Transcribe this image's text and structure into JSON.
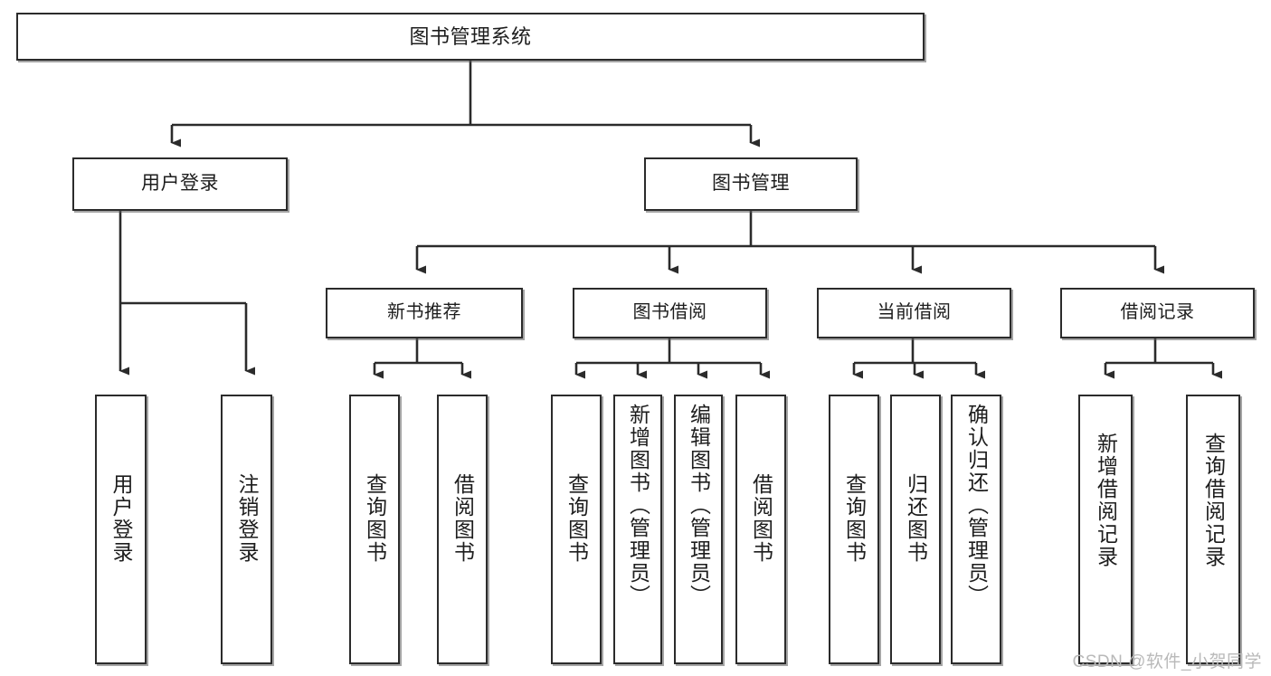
{
  "diagram": {
    "type": "tree-hierarchy",
    "title": "图书管理系统",
    "watermark": "CSDN @软件_小贺同学",
    "colors": {
      "box_border": "#2b2b2b",
      "box_fill": "#ffffff",
      "connector": "#2b2b2b",
      "watermark": "#b9b9b9",
      "background": "#ffffff"
    },
    "nodes": {
      "root": {
        "label": "图书管理系统",
        "level": 1,
        "orientation": "horizontal"
      },
      "l2": [
        {
          "id": "user-login",
          "label": "用户登录",
          "level": 2,
          "orientation": "horizontal"
        },
        {
          "id": "book-management",
          "label": "图书管理",
          "level": 2,
          "orientation": "horizontal"
        }
      ],
      "l3": [
        {
          "id": "new-book-recommend",
          "label": "新书推荐",
          "level": 3,
          "orientation": "horizontal",
          "parent": "book-management"
        },
        {
          "id": "book-borrow",
          "label": "图书借阅",
          "level": 3,
          "orientation": "horizontal",
          "parent": "book-management"
        },
        {
          "id": "current-borrow",
          "label": "当前借阅",
          "level": 3,
          "orientation": "horizontal",
          "parent": "book-management"
        },
        {
          "id": "borrow-record",
          "label": "借阅记录",
          "level": 3,
          "orientation": "horizontal",
          "parent": "book-management"
        }
      ],
      "leaves": [
        {
          "id": "leaf-user-login",
          "label": "用户登录",
          "parent": "user-login",
          "orientation": "vertical"
        },
        {
          "id": "leaf-logout-login",
          "label": "注销登录",
          "parent": "user-login",
          "orientation": "vertical"
        },
        {
          "id": "leaf-query-book-1",
          "label": "查询图书",
          "parent": "new-book-recommend",
          "orientation": "vertical"
        },
        {
          "id": "leaf-borrow-book-1",
          "label": "借阅图书",
          "parent": "new-book-recommend",
          "orientation": "vertical"
        },
        {
          "id": "leaf-query-book-2",
          "label": "查询图书",
          "parent": "book-borrow",
          "orientation": "vertical"
        },
        {
          "id": "leaf-add-book",
          "label": "新增图书（管理员）",
          "parent": "book-borrow",
          "orientation": "vertical"
        },
        {
          "id": "leaf-edit-book",
          "label": "编辑图书（管理员）",
          "parent": "book-borrow",
          "orientation": "vertical"
        },
        {
          "id": "leaf-borrow-book-2",
          "label": "借阅图书",
          "parent": "book-borrow",
          "orientation": "vertical"
        },
        {
          "id": "leaf-query-book-3",
          "label": "查询图书",
          "parent": "current-borrow",
          "orientation": "vertical"
        },
        {
          "id": "leaf-return-book",
          "label": "归还图书",
          "parent": "current-borrow",
          "orientation": "vertical"
        },
        {
          "id": "leaf-confirm-return",
          "label": "确认归还（管理员）",
          "parent": "current-borrow",
          "orientation": "vertical"
        },
        {
          "id": "leaf-add-record",
          "label": "新增借阅记录",
          "parent": "borrow-record",
          "orientation": "vertical"
        },
        {
          "id": "leaf-query-record",
          "label": "查询借阅记录",
          "parent": "borrow-record",
          "orientation": "vertical"
        }
      ]
    }
  }
}
